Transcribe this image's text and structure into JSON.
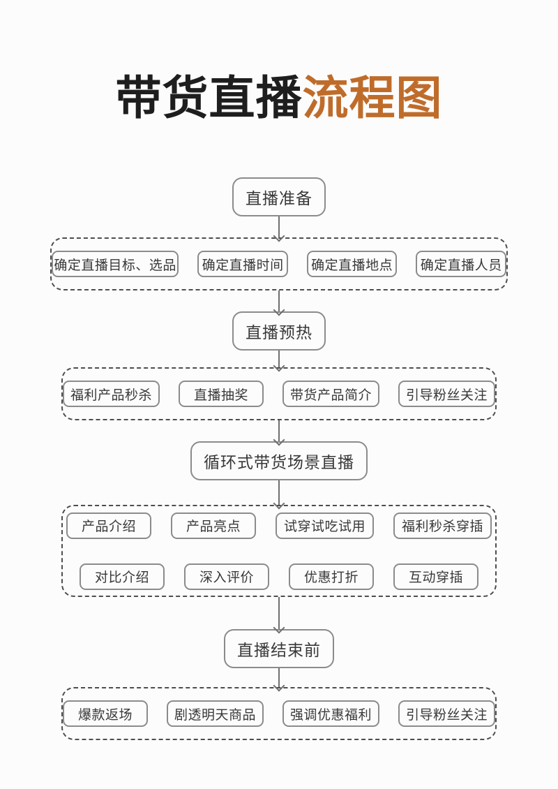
{
  "title": {
    "main": "带货直播",
    "accent": "流程图"
  },
  "colors": {
    "title_text": "#1e1e1e",
    "title_accent": "#bf6c2b",
    "node_border": "#8b8b8b",
    "dashed_border": "#4d4d4d",
    "arrow": "#6e6e6e",
    "text": "#383838",
    "background": "#fcfcfc"
  },
  "stages": [
    {
      "node": "直播准备",
      "items": [
        "确定直播目标、选品",
        "确定直播时间",
        "确定直播地点",
        "确定直播人员"
      ]
    },
    {
      "node": "直播预热",
      "items": [
        "福利产品秒杀",
        "直播抽奖",
        "带货产品简介",
        "引导粉丝关注"
      ]
    },
    {
      "node": "循环式带货场景直播",
      "rows": [
        [
          "产品介绍",
          "产品亮点",
          "试穿试吃试用",
          "福利秒杀穿插"
        ],
        [
          "对比介绍",
          "深入评价",
          "优惠打折",
          "互动穿插"
        ]
      ]
    },
    {
      "node": "直播结束前",
      "items": [
        "爆款返场",
        "剧透明天商品",
        "强调优惠福利",
        "引导粉丝关注"
      ]
    }
  ]
}
